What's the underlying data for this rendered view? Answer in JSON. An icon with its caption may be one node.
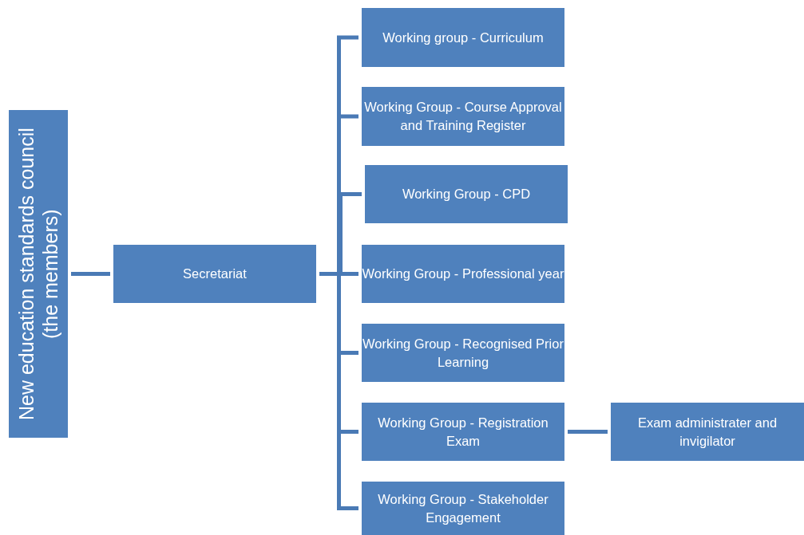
{
  "diagram": {
    "nodes": [
      {
        "text": [
          "New education standards council (the members)"
        ]
      },
      {
        "text": [
          "Secretariat"
        ]
      },
      {
        "text": [
          "Working group - Curriculum"
        ]
      },
      {
        "text": [
          "Working Group - Course Approval and Training Register"
        ]
      },
      {
        "text": [
          "Working Group - CPD"
        ]
      },
      {
        "text": [
          "Working Group - Professional year"
        ]
      },
      {
        "text": [
          "Working Group - Recognised Prior Learning"
        ]
      },
      {
        "text": [
          "Working Group - Registration Exam"
        ]
      },
      {
        "text": [
          "Working Group - Stakeholder Engagement"
        ]
      },
      {
        "text": [
          "Exam administrater and invigilator"
        ]
      }
    ],
    "edges": [
      {
        "from": 0,
        "to": 1,
        "arrow": "none"
      },
      {
        "from": 1,
        "to": 2,
        "arrow": "none"
      },
      {
        "from": 1,
        "to": 3,
        "arrow": "none"
      },
      {
        "from": 1,
        "to": 4,
        "arrow": "none"
      },
      {
        "from": 1,
        "to": 5,
        "arrow": "none"
      },
      {
        "from": 1,
        "to": 6,
        "arrow": "none"
      },
      {
        "from": 1,
        "to": 7,
        "arrow": "none"
      },
      {
        "from": 1,
        "to": 8,
        "arrow": "none"
      },
      {
        "from": 7,
        "to": 9,
        "arrow": "none"
      }
    ]
  }
}
